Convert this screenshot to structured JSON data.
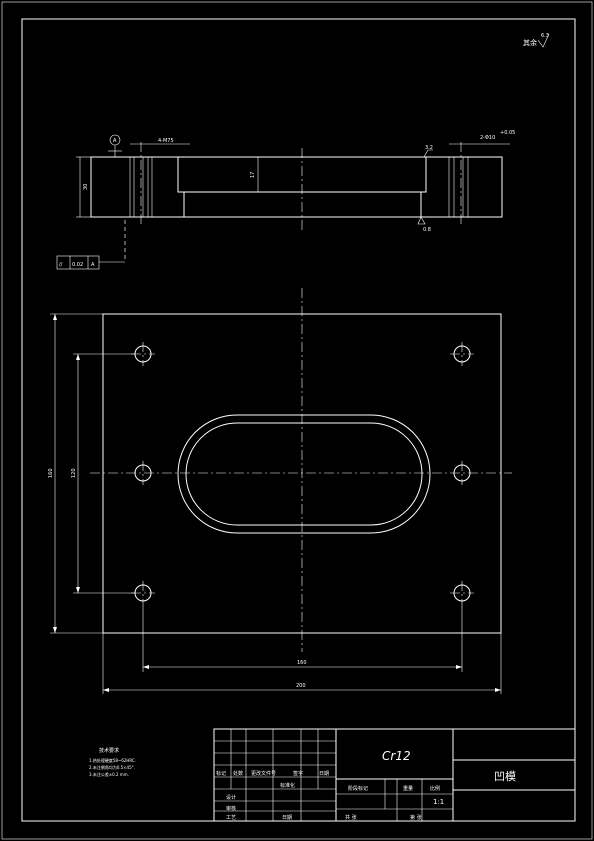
{
  "surface_note": {
    "label": "其余",
    "roughness": "6.3"
  },
  "top_view": {
    "thickness": "30",
    "depth": "17",
    "holes_left": "4-M75",
    "holes_right": "2-Φ10",
    "holes_right_tol": "+0.05",
    "rough_top": "3.2",
    "rough_bottom": "0.8",
    "datum": "A",
    "tolerance_symbol": "//",
    "tolerance_value": "0.02",
    "tolerance_datum": "A"
  },
  "plan_view": {
    "dim_width_holes": "160",
    "dim_width_total": "200",
    "dim_height_total": "160",
    "dim_height_holes": "120"
  },
  "notes": {
    "title": "技术要求",
    "lines": [
      "1.热处理硬度58~62HRC.",
      "2.未注倒角均为0.5×45°.",
      "3.未注公差±0.2 mm."
    ]
  },
  "title_block": {
    "material": "Cr12",
    "part_name": "凹模",
    "labels": {
      "mark": "标记",
      "count": "处数",
      "zone": "更改文件号",
      "sign": "签字",
      "date": "日期",
      "designer": "设计",
      "standard": "标准化",
      "checker": "审核",
      "process": "工艺",
      "approve": "日期",
      "stage": "阶段标记",
      "weight": "重量",
      "scale": "比例",
      "scale_value": "1:1",
      "sheet_total": "共 张",
      "sheet_no": "第 张"
    }
  }
}
